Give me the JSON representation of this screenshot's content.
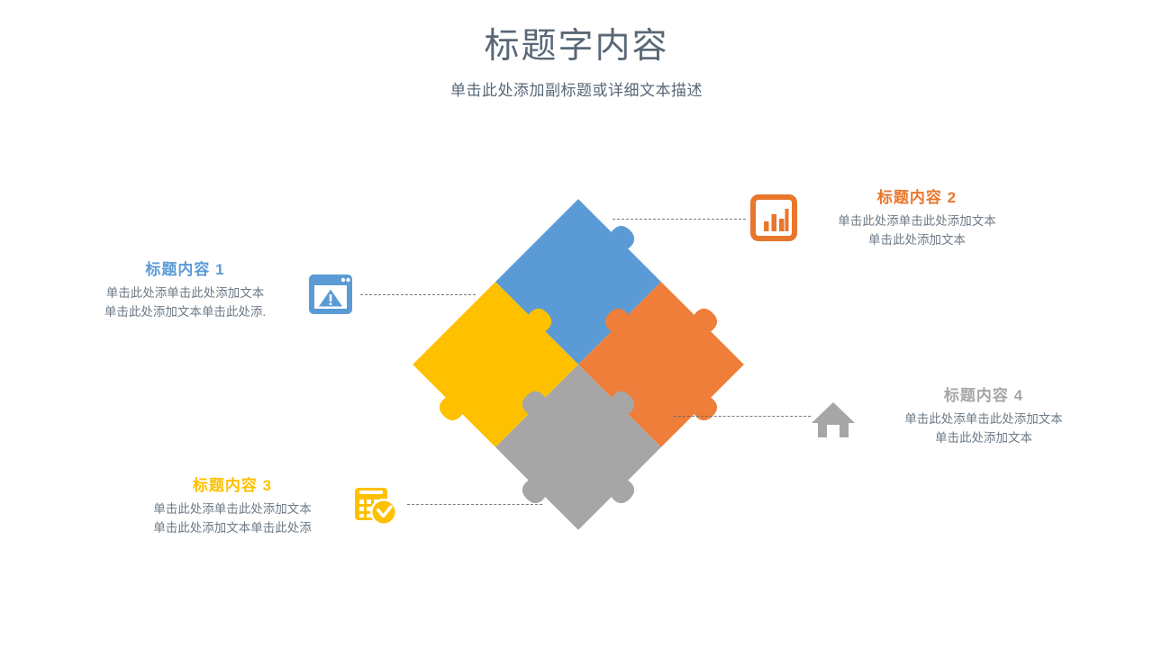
{
  "slide": {
    "title": "标题字内容",
    "subtitle": "单击此处添加副标题或详细文本描述",
    "background_color": "#ffffff",
    "title_color": "#5a6877"
  },
  "puzzle": {
    "description": "four-piece-jigsaw-rotated-45deg",
    "pieces": [
      {
        "id": "piece-top",
        "position": "top",
        "color": "#EE7E39",
        "linked_block": 2
      },
      {
        "id": "piece-left",
        "position": "left",
        "color": "#5B9BD5",
        "linked_block": 1
      },
      {
        "id": "piece-bottom",
        "position": "bottom",
        "color": "#FFC000",
        "linked_block": 3
      },
      {
        "id": "piece-right",
        "position": "right",
        "color": "#A6A6A6",
        "linked_block": 4
      }
    ]
  },
  "blocks": [
    {
      "number": "1",
      "heading": "标题内容 1",
      "color": "#5B9BD5",
      "icon": "browser-window-warning-icon",
      "body_lines": [
        "单击此处添单击此处添加文本",
        "单击此处添加文本单击此处添."
      ]
    },
    {
      "number": "2",
      "heading": "标题内容 2",
      "color": "#E8762C",
      "icon": "bar-chart-icon",
      "body_lines": [
        "单击此处添单击此处添加文本",
        "单击此处添加文本"
      ]
    },
    {
      "number": "3",
      "heading": "标题内容 3",
      "color": "#FFC000",
      "icon": "calendar-clock-icon",
      "body_lines": [
        "单击此处添单击此处添加文本",
        "单击此处添加文本单击此处添"
      ]
    },
    {
      "number": "4",
      "heading": "标题内容 4",
      "color": "#A6A6A6",
      "icon": "home-icon",
      "body_lines": [
        "单击此处添单击此处添加文本",
        "单击此处添加文本"
      ]
    }
  ],
  "connectors": {
    "style": "dashed",
    "color": "#5a6470"
  }
}
